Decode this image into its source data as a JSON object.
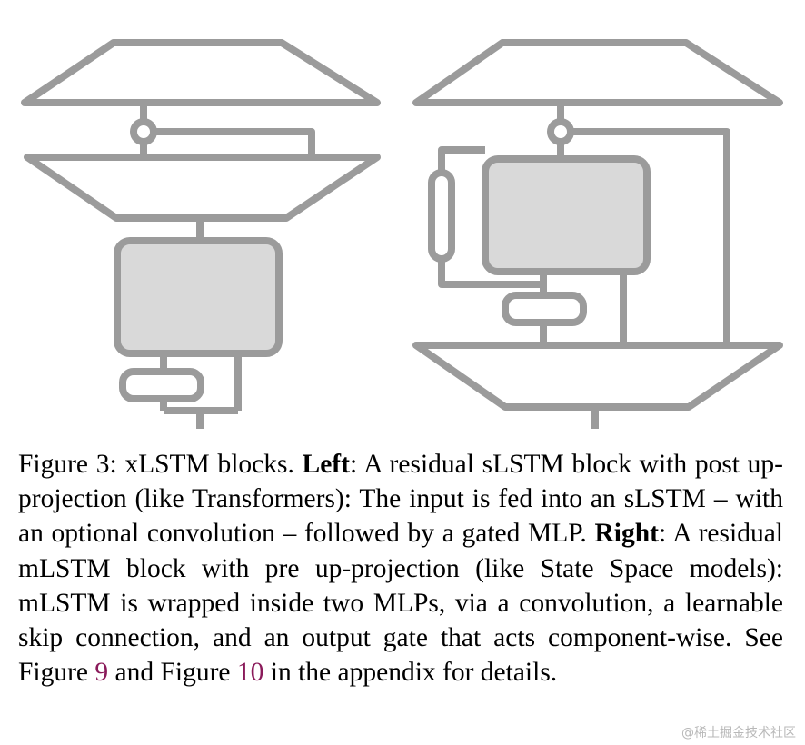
{
  "caption": {
    "figure_label": "Figure 3:",
    "intro": " xLSTM blocks. ",
    "left_label": "Left",
    "left_text": ": A residual sLSTM block with post up-projection (like Transformers): The input is fed into an sLSTM – with an optional convolution – followed by a gated MLP. ",
    "right_label": "Right",
    "right_text": ": A residual mLSTM block with pre up-projection (like State Space models): mLSTM is wrapped inside two MLPs, via a convolution, a learnable skip connection, and an output gate that acts component-wise. See Figure ",
    "ref_1": "9",
    "mid_text": " and Figure ",
    "ref_2": "10",
    "end_text": " in the appendix for details."
  },
  "watermark": "@稀土掘金技术社区",
  "colors": {
    "outline": "#9b9b9b",
    "box_fill": "#d9d9d9",
    "reference_link": "#8a1a5a"
  }
}
